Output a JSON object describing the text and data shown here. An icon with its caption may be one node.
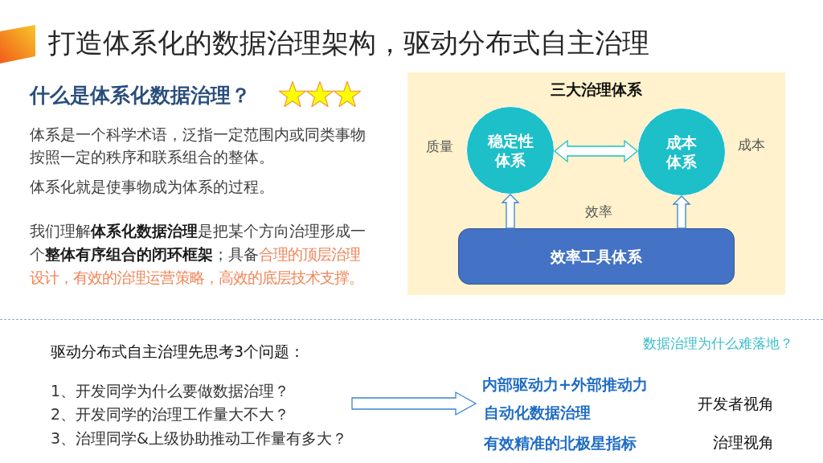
{
  "diagram": {
    "title": "打造体系化的数据治理架构，驱动分布式自主治理",
    "nodes": [
      {
        "text": [
          "三大治理体系"
        ]
      },
      {
        "text": [
          "稳定性体系"
        ],
        "in": 0,
        "beside": [
          "质量"
        ]
      },
      {
        "text": [
          "成本体系"
        ],
        "in": 0,
        "beside": [
          "成本"
        ]
      },
      {
        "text": [
          "效率工具体系"
        ],
        "in": 0,
        "beside": [
          "效率"
        ]
      },
      {
        "text": [
          "1、开发同学为什么要做数据治理？",
          "2、开发同学的治理工作量大不大？",
          "3、治理同学&上级协助推动工作量有多大？"
        ]
      },
      {
        "text": [
          "内部驱动力+外部推动力",
          "自动化数据治理",
          "有效精准的北极星指标"
        ]
      }
    ],
    "edges": [
      {
        "from": 1,
        "to": 2,
        "arrow": "both",
        "color": "#1dbfc8"
      },
      {
        "from": 3,
        "to": 1,
        "arrow": "to"
      },
      {
        "from": 3,
        "to": 2,
        "arrow": "to"
      },
      {
        "from": 4,
        "to": 5,
        "arrow": "to"
      }
    ],
    "labels": [
      "什么是体系化数据治理？",
      "体系是一个科学术语，泛指一定范围内或同类事物按照一定的秩序和联系组合的整体。",
      "体系化就是使事物成为体系的过程。",
      "我们理解**体系化数据治理**是把某个方向治理形成一个**整体有序组合的闭环框架**；具备",
      "合理的顶层治理设计，有效的治理运营策略，高效的底层技术支撑。",
      "数据治理为什么难落地？",
      "驱动分布式自主治理先思考3个问题：",
      "开发者视角",
      "治理视角"
    ]
  }
}
